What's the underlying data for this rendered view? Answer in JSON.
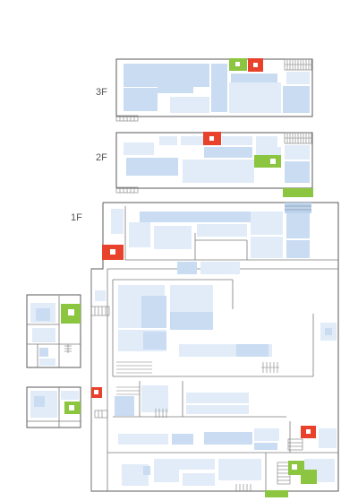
{
  "floors": [
    {
      "label": "3F"
    },
    {
      "label": "2F"
    },
    {
      "label": "1F"
    }
  ],
  "colors": {
    "wall": "#5a5a5a",
    "room": "#c9dcf2",
    "room_light": "#e1ecf8",
    "red_marker": "#e8412c",
    "green_marker": "#8cc53f",
    "stair_blue": "#bcd3ee",
    "label_text": "#555555"
  },
  "markers": {
    "red_icon": "red-square-marker",
    "green_icon": "green-square-marker"
  }
}
